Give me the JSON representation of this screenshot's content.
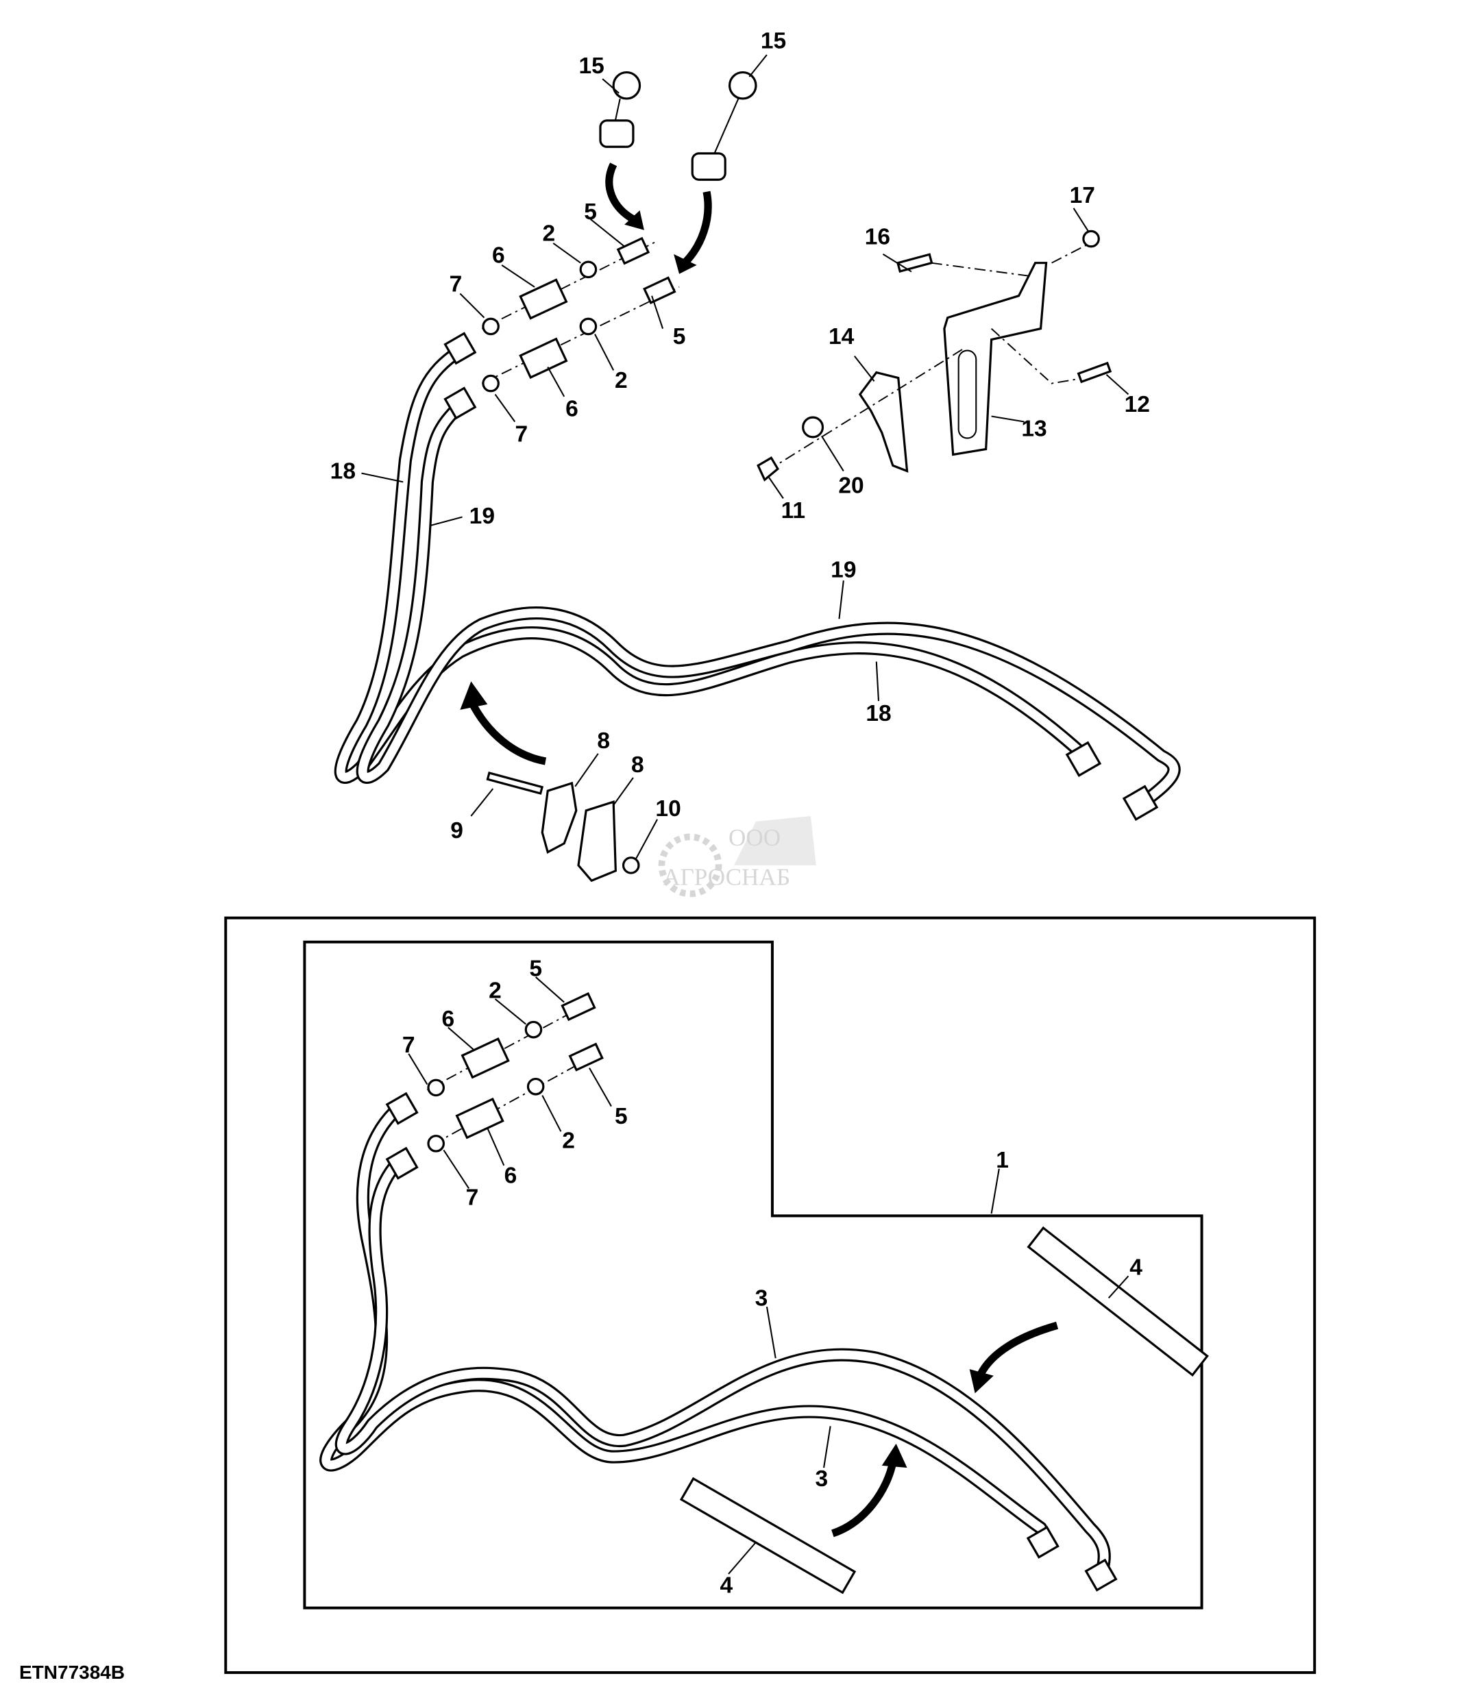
{
  "figure_id": "ETN77384B",
  "watermark": {
    "company_prefix": "ООО",
    "company_name": "АГРОСНАБ"
  },
  "main_assembly_callouts": {
    "cap_left": "15",
    "cap_right": "15",
    "adapter_upper": "5",
    "oring_upper": "2",
    "coupler_upper": "6",
    "oring7_upper": "7",
    "adapter_lower": "5",
    "oring_lower": "2",
    "coupler_lower": "6",
    "oring7_lower": "7",
    "hose18_left": "18",
    "hose19_left": "19",
    "screw16": "16",
    "nut17": "17",
    "plate14": "14",
    "bracket13": "13",
    "screw12": "12",
    "washer20": "20",
    "nut11": "11",
    "hose19_right": "19",
    "hose18_right": "18",
    "clamp_a": "8",
    "clamp_b": "8",
    "nut10": "10",
    "bolt9": "9"
  },
  "kit_callouts": {
    "adapter_upper": "5",
    "oring_upper": "2",
    "coupler_upper": "6",
    "oring7_upper": "7",
    "adapter_lower": "5",
    "oring_lower": "2",
    "coupler_lower": "6",
    "oring7_lower": "7",
    "kit": "1",
    "spring_upper": "4",
    "hose_upper": "3",
    "hose_lower": "3",
    "spring_lower": "4"
  }
}
